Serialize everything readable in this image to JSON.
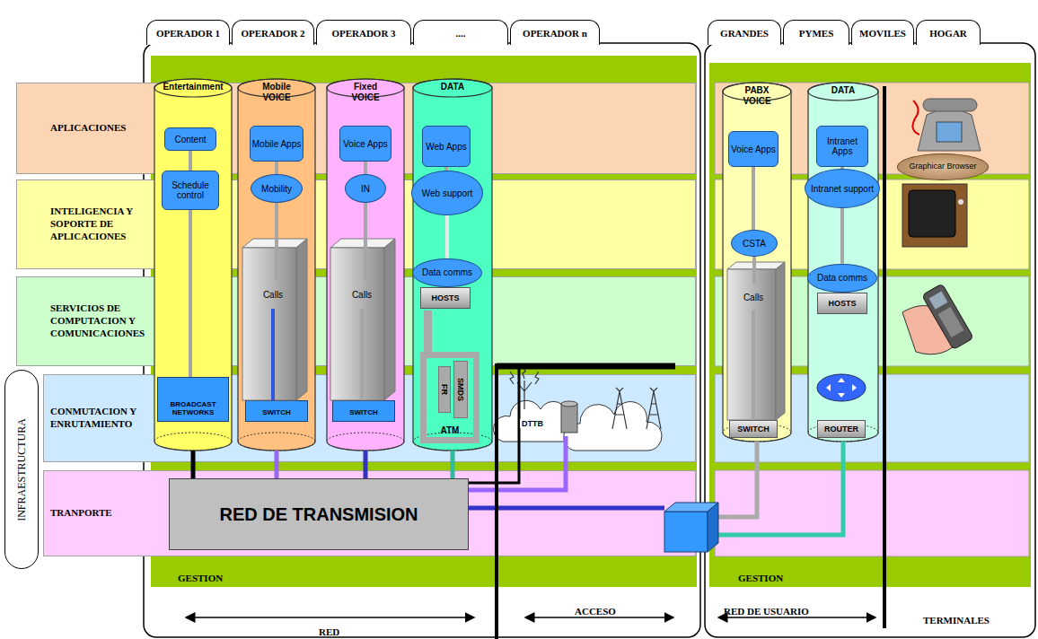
{
  "diagram": {
    "nodes": [
      {
        "text": [
          "OPERADOR 1"
        ]
      },
      {
        "text": [
          "OPERADOR 2"
        ]
      },
      {
        "text": [
          "OPERADOR 3"
        ]
      },
      {
        "text": [
          "...."
        ]
      },
      {
        "text": [
          "OPERADOR n"
        ]
      },
      {
        "text": [
          "GRANDES"
        ]
      },
      {
        "text": [
          "PYMES"
        ]
      },
      {
        "text": [
          "MOVILES"
        ]
      },
      {
        "text": [
          "HOGAR"
        ]
      },
      {
        "text": [
          "APLICACIONES"
        ]
      },
      {
        "text": [
          "INTELIGENCIA Y SOPORTE DE APLICACIONES"
        ]
      },
      {
        "text": [
          "SERVICIOS DE COMPUTACION Y COMUNICACIONES"
        ]
      },
      {
        "text": [
          "INFRAESTRUCTURA"
        ]
      },
      {
        "text": [
          "CONMUTACION Y ENRUTAMIENTO"
        ]
      },
      {
        "text": [
          "TRANPORTE"
        ]
      },
      {
        "text": [
          "Entertainment"
        ]
      },
      {
        "text": [
          "Content"
        ],
        "in": 15
      },
      {
        "text": [
          "Schedule control"
        ],
        "in": 15
      },
      {
        "text": [
          "BROADCAST NETWORKS"
        ],
        "in": 15
      },
      {
        "text": [
          "Mobile VOICE"
        ]
      },
      {
        "text": [
          "Mobile Apps"
        ],
        "in": 19
      },
      {
        "text": [
          "Mobility"
        ],
        "in": 19
      },
      {
        "text": [
          "Calls"
        ],
        "in": 19
      },
      {
        "text": [
          "SWITCH"
        ],
        "in": 19
      },
      {
        "text": [
          "Fixed VOICE"
        ]
      },
      {
        "text": [
          "Voice Apps"
        ],
        "in": 24
      },
      {
        "text": [
          "IN"
        ],
        "in": 24
      },
      {
        "text": [
          "Calls"
        ],
        "in": 24
      },
      {
        "text": [
          "SWITCH"
        ],
        "in": 24
      },
      {
        "text": [
          "DATA"
        ]
      },
      {
        "text": [
          "Web Apps"
        ],
        "in": 29
      },
      {
        "text": [
          "Web support"
        ],
        "in": 29
      },
      {
        "text": [
          "Data comms"
        ],
        "in": 29
      },
      {
        "text": [
          "HOSTS"
        ],
        "in": 29
      },
      {
        "text": [
          "ATM"
        ],
        "in": 29
      },
      {
        "text": [
          "FR"
        ],
        "in": 34
      },
      {
        "text": [
          "SMDS"
        ],
        "in": 34
      },
      {
        "text": [
          "PABX VOICE"
        ]
      },
      {
        "text": [
          "Voice Apps"
        ],
        "in": 37
      },
      {
        "text": [
          "CSTA"
        ],
        "in": 37
      },
      {
        "text": [
          "Calls"
        ],
        "in": 37
      },
      {
        "text": [
          "SWITCH"
        ],
        "in": 37
      },
      {
        "text": [
          "DATA"
        ]
      },
      {
        "text": [
          "Intranet Apps"
        ],
        "in": 42
      },
      {
        "text": [
          "Intranet support"
        ],
        "in": 42
      },
      {
        "text": [
          "Data comms"
        ],
        "in": 42
      },
      {
        "text": [
          "HOSTS"
        ],
        "in": 42
      },
      {
        "text": [
          "ROUTER"
        ],
        "in": 42
      },
      {
        "text": [
          "Graphicar Browser"
        ]
      },
      {
        "text": [
          "RED DE TRANSMISION"
        ]
      }
    ],
    "edges": [
      {
        "from": 16,
        "to": 17,
        "arrow": "none"
      },
      {
        "from": 17,
        "to": 18,
        "arrow": "none"
      },
      {
        "from": 20,
        "to": 21,
        "arrow": "none"
      },
      {
        "from": 21,
        "to": 22,
        "arrow": "none"
      },
      {
        "from": 22,
        "to": 23,
        "arrow": "none"
      },
      {
        "from": 25,
        "to": 26,
        "arrow": "none"
      },
      {
        "from": 26,
        "to": 27,
        "arrow": "none"
      },
      {
        "from": 27,
        "to": 28,
        "arrow": "none"
      },
      {
        "from": 30,
        "to": 31,
        "arrow": "none"
      },
      {
        "from": 31,
        "to": 32,
        "arrow": "none"
      },
      {
        "from": 38,
        "to": 39,
        "arrow": "none"
      },
      {
        "from": 39,
        "to": 40,
        "arrow": "none"
      },
      {
        "from": 40,
        "to": 41,
        "arrow": "none"
      },
      {
        "from": 43,
        "to": 44,
        "arrow": "none"
      },
      {
        "from": 44,
        "to": 45,
        "arrow": "none"
      },
      {
        "from": 15,
        "to": 49,
        "arrow": "none"
      },
      {
        "from": 19,
        "to": 49,
        "arrow": "none"
      },
      {
        "from": 24,
        "to": 49,
        "arrow": "none"
      },
      {
        "from": 29,
        "to": 49,
        "arrow": "none"
      }
    ],
    "labels": [
      "DTTB",
      "GESTION",
      "GESTION",
      "RED",
      "ACCESO",
      "RED DE USUARIO",
      "TERMINALES"
    ]
  }
}
